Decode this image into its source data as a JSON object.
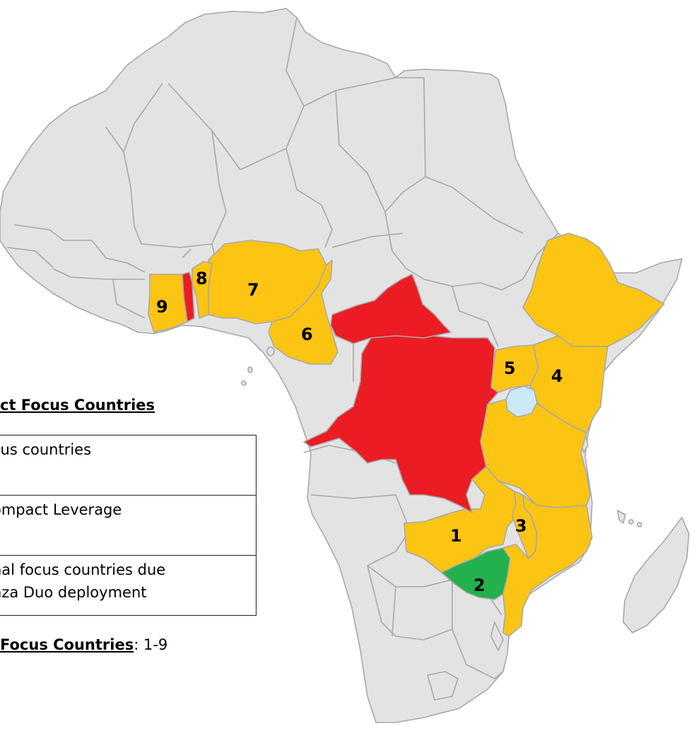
{
  "map": {
    "colors": {
      "land": "#e3e3e3",
      "border": "#a8a8a8",
      "ocean": "#ffffff",
      "yellow": "#fdc513",
      "red": "#ec1c24",
      "green": "#22b14c",
      "lake": "#cce9f7"
    },
    "country_labels": [
      {
        "num": "1",
        "color": "yellow"
      },
      {
        "num": "2",
        "color": "green"
      },
      {
        "num": "3",
        "color": "yellow"
      },
      {
        "num": "4",
        "color": "yellow"
      },
      {
        "num": "5",
        "color": "yellow"
      },
      {
        "num": "6",
        "color": "yellow"
      },
      {
        "num": "7",
        "color": "yellow"
      },
      {
        "num": "8",
        "color": "yellow"
      },
      {
        "num": "9",
        "color": "yellow"
      }
    ]
  },
  "legend": {
    "title": "ct Focus Countries",
    "rows": [
      {
        "lines": [
          "cus countries"
        ]
      },
      {
        "lines": [
          "ompact Leverage"
        ]
      },
      {
        "lines": [
          "nal focus countries due",
          "nza Duo deployment"
        ]
      }
    ]
  },
  "footer": {
    "label": "Focus Countries",
    "value": ": 1-9"
  }
}
